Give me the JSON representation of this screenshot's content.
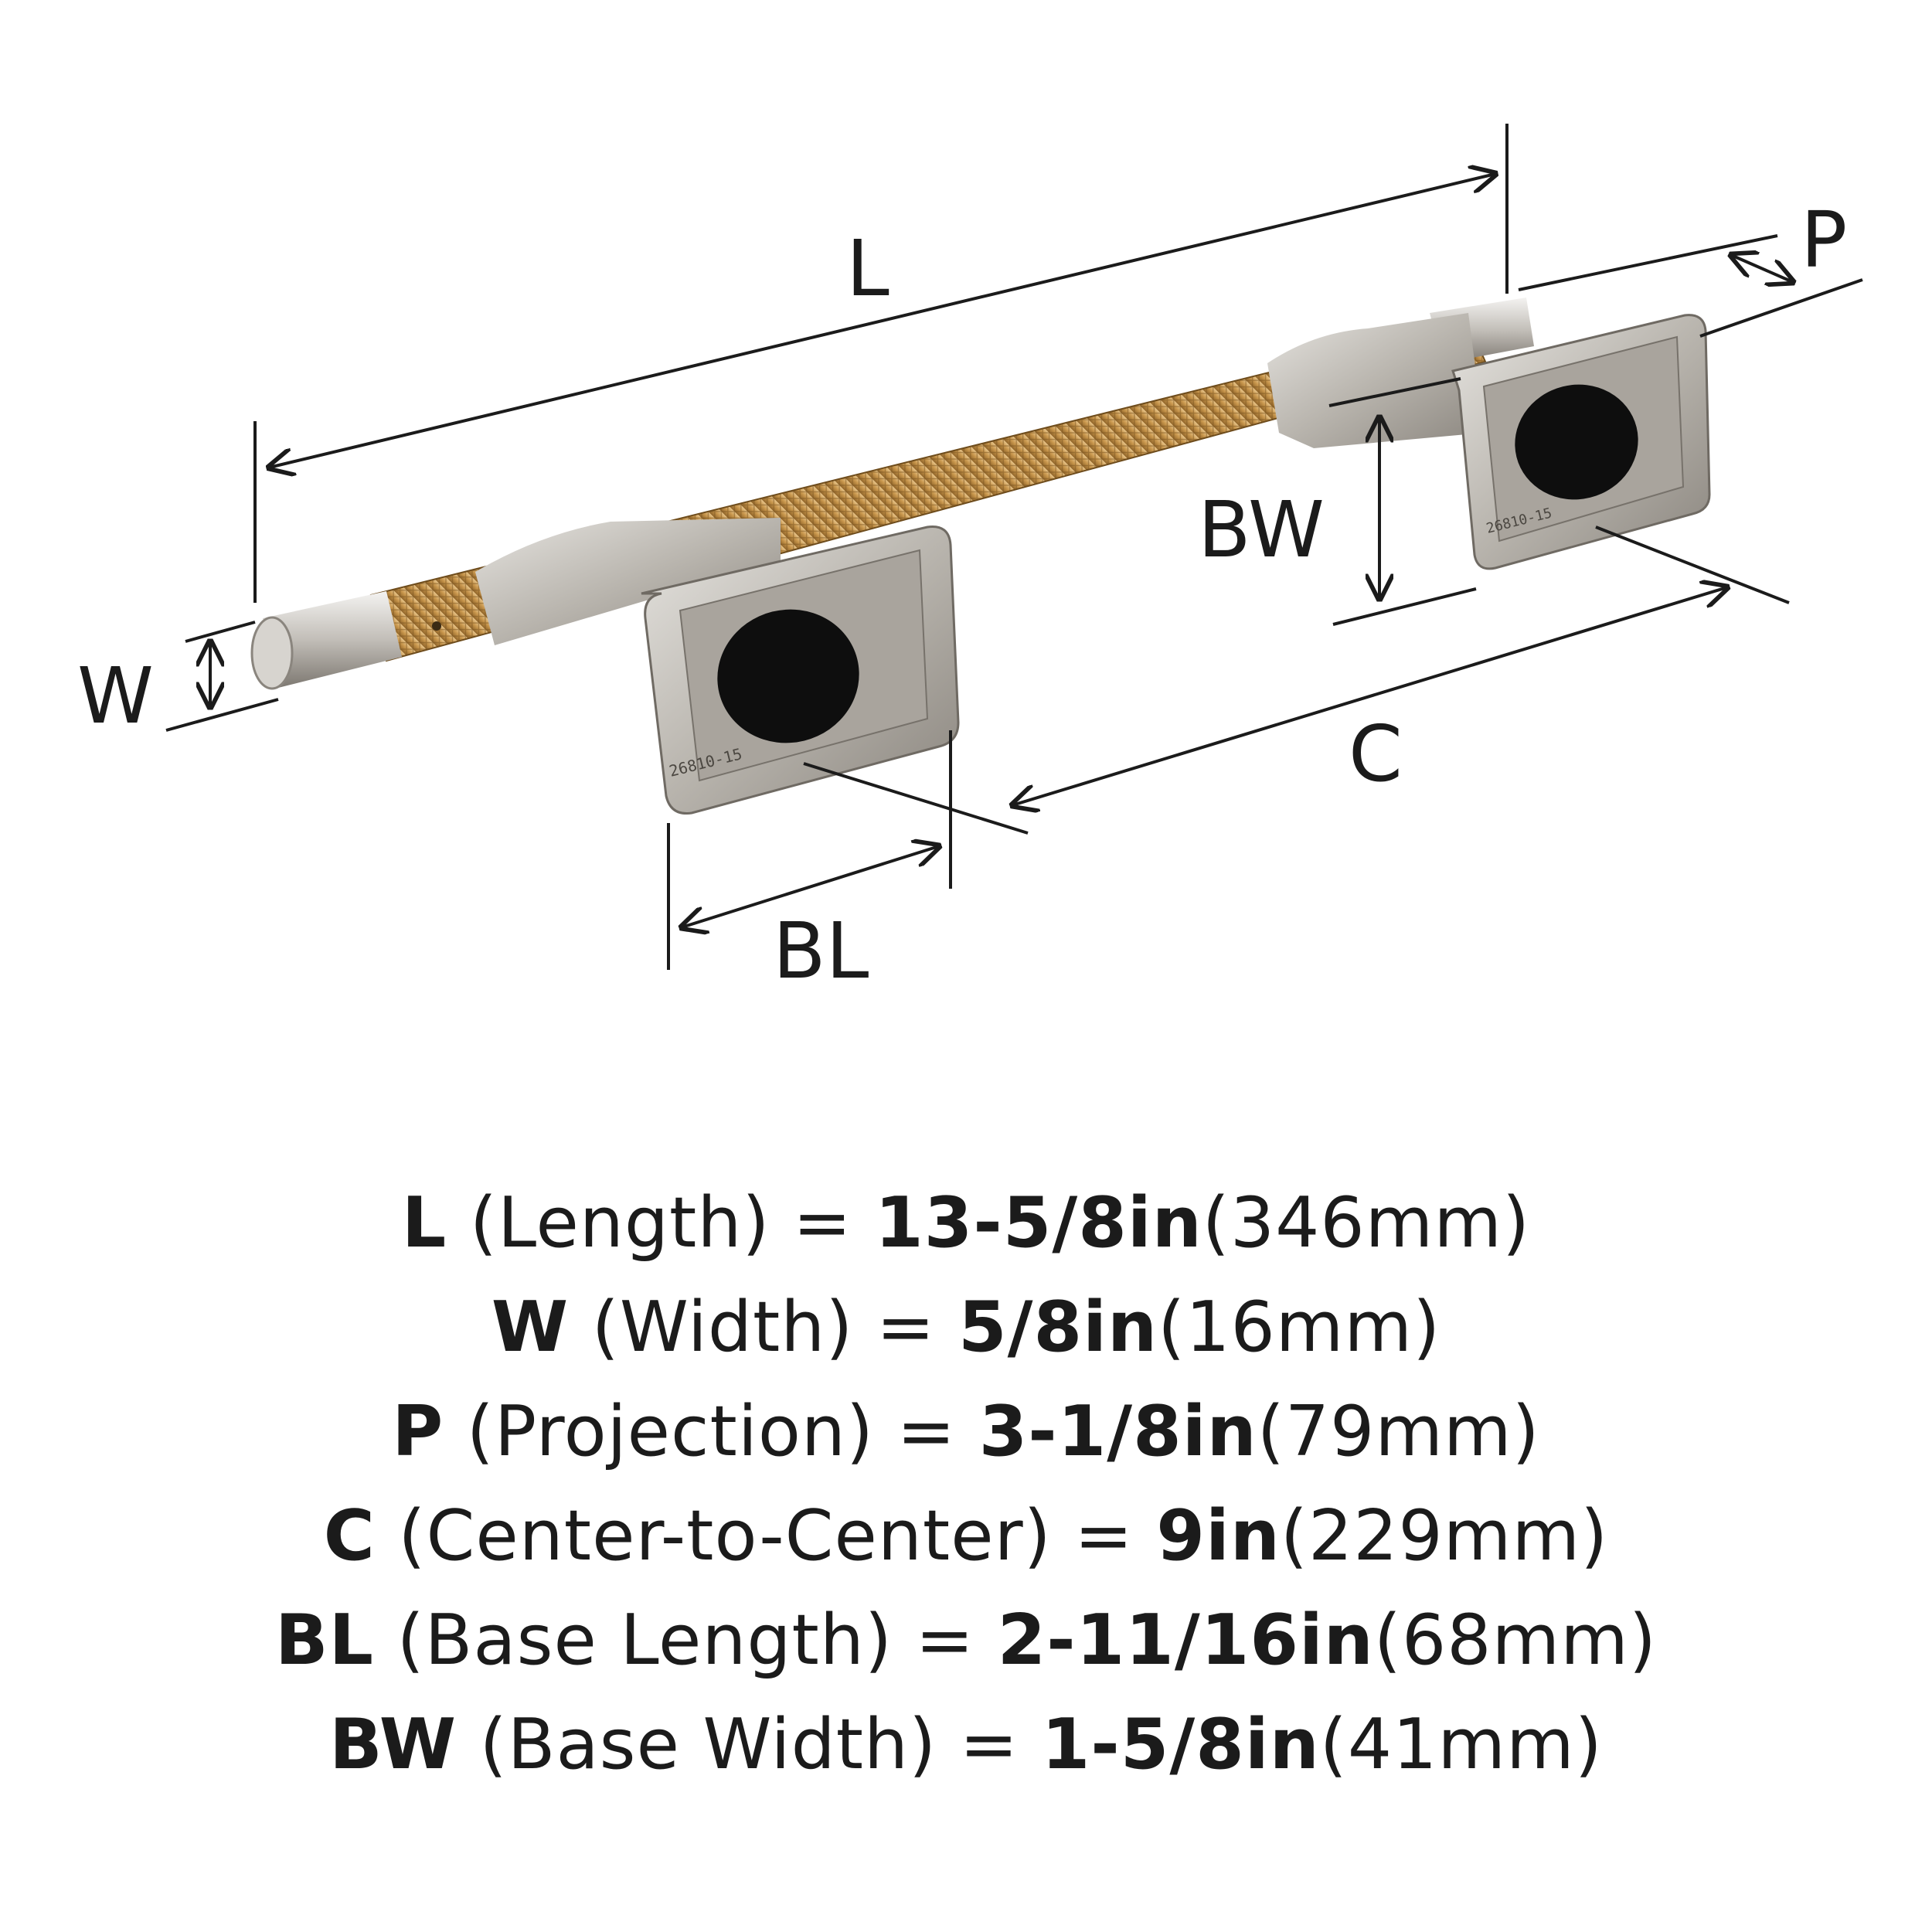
{
  "diagram": {
    "labels": {
      "L": "L",
      "W": "W",
      "P": "P",
      "BW": "BW",
      "C": "C",
      "BL": "BL"
    },
    "base_stamp": "26810-15"
  },
  "specs": [
    {
      "code": "L",
      "name": "(Length)",
      "imperial": "13-5/8in",
      "metric": "(346mm)"
    },
    {
      "code": "W",
      "name": "(Width)",
      "imperial": "5/8in",
      "metric": "(16mm)"
    },
    {
      "code": "P",
      "name": "(Projection)",
      "imperial": "3-1/8in",
      "metric": "(79mm)"
    },
    {
      "code": "C",
      "name": "(Center-to-Center)",
      "imperial": "9in",
      "metric": "(229mm)"
    },
    {
      "code": "BL",
      "name": "(Base Length)",
      "imperial": "2-11/16in",
      "metric": "(68mm)"
    },
    {
      "code": "BW",
      "name": "(Base Width)",
      "imperial": "1-5/8in",
      "metric": "(41mm)"
    }
  ],
  "colors": {
    "brass": "#c9974d",
    "nickel": "#b9b5ae",
    "line": "#1b1b1b"
  }
}
